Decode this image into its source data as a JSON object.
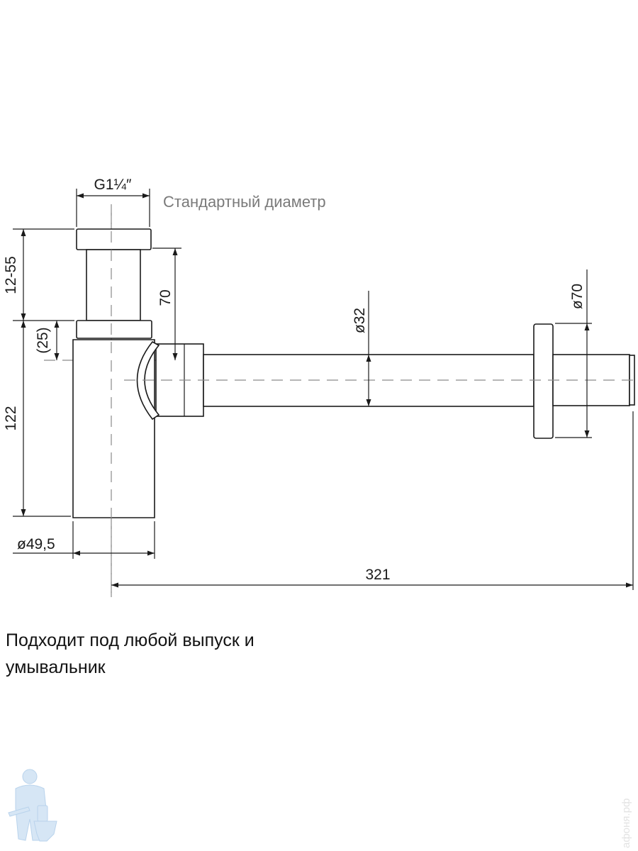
{
  "drawing": {
    "thread_label": "G1¼″",
    "dimensions": {
      "height_adjust": "12-55",
      "inner_offset": "(25)",
      "body_height": "122",
      "outlet_height": "70",
      "pipe_diameter": "ø32",
      "flange_diameter": "ø70",
      "body_diameter": "ø49,5",
      "total_length": "321"
    }
  },
  "note": "Стандартный диаметр",
  "description": "Подходит под любой выпуск и умывальник",
  "watermark": "афоня.рф",
  "colors": {
    "line": "#1a1a1a",
    "note": "#7a7a7a",
    "logo": "#cfe2f3"
  }
}
